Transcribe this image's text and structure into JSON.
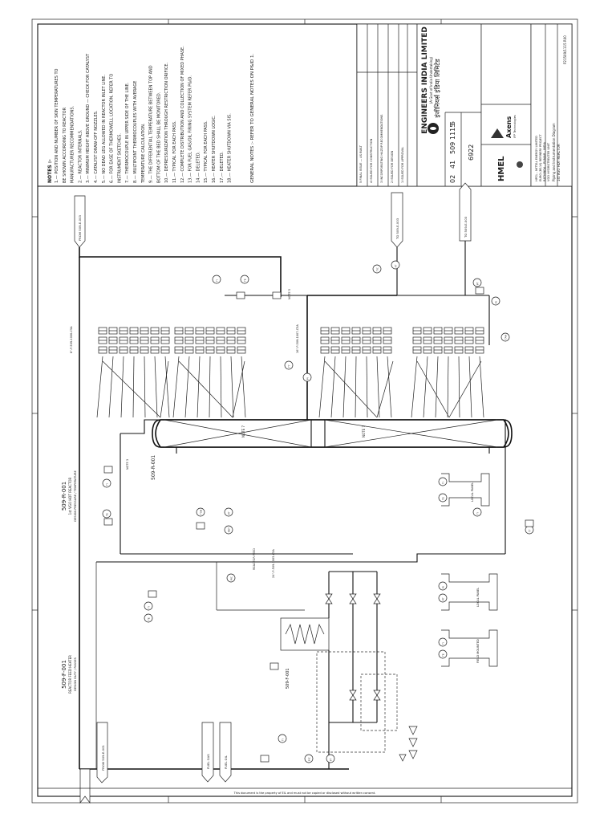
{
  "title_block": {
    "company_hindi": "इंजीनियर्स इंडिया लिमिटेड",
    "company": "ENGINEERS INDIA LIMITED",
    "company_sub": "(A Govt of India Undertaking)",
    "licensor": "Axens",
    "licensor_sub": "IFP Technologies",
    "client_logo": "HMEL",
    "client": "HPCL - MITTAL ENERGY LIMITED",
    "project": "EURO (BS-VI) REFINERY PROJECT",
    "location": "BATHINDA - PUNJAB - INDIA",
    "unit": "VGO HYDROTREATER UNIT",
    "drawing_title": "Piping and Instrumentation Diagram",
    "drawing_subtitle": "1st VGO HDT REACTOR",
    "job_no": "6922",
    "doc_fields": [
      "02",
      "41",
      "509",
      "1115",
      "5"
    ],
    "sheet_ref": "P21509/1115 R00"
  },
  "revisions": [
    "5  FINAL ISSUE — AS BUILT",
    "4  ISSUED FOR CONSTRUCTION",
    "3  INCORPORATING HAZOP RECOMMENDATIONS",
    "2  ISSUED FOR DESIGN",
    "1  ISSUED FOR APPROVAL"
  ],
  "notes_title": "NOTES :-",
  "notes": [
    "1.— POSITION AND NUMBER OF SKIN TEMPERATURES TO",
    "     BE SHOWN ACCORDING TO REACTOR",
    "     MANUFACTURER RECOMMENDATIONS.",
    "2.— REACTOR INTERNALS.",
    "3.— MINIMUM HEIGHT ABOVE GROUND — CHECK FOR CATALYST",
    "4.— CATALYST DRAW-OFF NOZZLES.",
    "5.— NO DEAD LEG ALLOWED IN REACTOR INLET LINE.",
    "6.— FOR EASE OF THERMOWELL LOCATION, REFER TO",
    "     INSTRUMENT SKETCHES.",
    "7.— THERMOCOUPLE IN UPPER SIDE OF THE LINE.",
    "8.— MULTIPOINT THERMOCOUPLES WITH AVERAGE",
    "     TEMPERATURE CALCULATION.",
    "9.— THE DIFFERENTIAL TEMPERATURE BETWEEN TOP AND",
    "     BOTTOM OF THE BED SHALL BE MONITORED.",
    "10.— DEPRESSURIZATION THROUGH RESTRICTION ORIFICE.",
    "11.— TYPICAL FOR EACH PASS.",
    "12.— COMPLETE DISTRIBUTION AND COLLECTION OF MIXED PHASE.",
    "13.— FOR FUEL GAS/OIL FIRING SYSTEM REFER P&ID.",
    "14.— DELETED.",
    "15.— TYPICAL FOR EACH PASS.",
    "16.— HEATER SHUTDOWN LOGIC.",
    "17.— DELETED.",
    "18.— HEATER SHUTDOWN VIA SIS."
  ],
  "general_notes": "GENERAL NOTES :- REFER TO GENERAL NOTES ON P&ID 1.",
  "equipment": {
    "reactor_tag": "509-R-001",
    "reactor_name": "1st VGO HDT REACTOR",
    "reactor_design": "DESIGN PRESSURE / TEMPERATURE",
    "reactor_label": "509-R-001",
    "heater_tag": "509-F-001",
    "heater_name": "REACTOR FEED HEATER",
    "heater_design": "DESIGN DUTY / PASSES",
    "heater_label": "509-F-001"
  },
  "bed_labels": [
    "NOTE 7",
    "NOTE 7"
  ],
  "offpage": [
    {
      "text": "FROM 509-E-003",
      "id": "top-left"
    },
    {
      "text": "TO 509-E-003",
      "id": "top-right"
    },
    {
      "text": "FROM 509-E-001",
      "id": "bottom-left"
    },
    {
      "text": "FUEL GAS",
      "id": "bottom-mid1"
    },
    {
      "text": "FUEL OIL",
      "id": "bottom-mid2"
    }
  ],
  "line_labels": [
    "8\"-P-509-1006-C5A",
    "16\"-P-509-1007-C5A",
    "24\"-P-509-1005-C5A",
    "REACTOR FEED",
    "NOTE 3",
    "NOTE 5"
  ],
  "instruments": [
    "TI",
    "TE",
    "PI",
    "PT",
    "TT",
    "FT",
    "FIC",
    "TIC",
    "PDT",
    "TSH",
    "TAH",
    "PIC"
  ],
  "details": [
    "LOCAL PANEL",
    "LOCAL PANEL",
    "FIELD MOUNTED"
  ],
  "bottom_strip": "This document is the property of EIL and must not be copied or disclosed without written consent."
}
